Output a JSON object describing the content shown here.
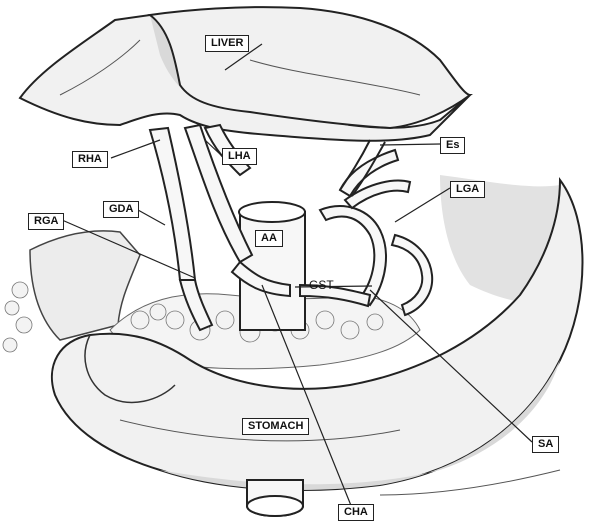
{
  "labels": {
    "liver": "LIVER",
    "rha": "RHA",
    "lha": "LHA",
    "es": "Es",
    "lga": "LGA",
    "gda": "GDA",
    "rga": "RGA",
    "aa": "AA",
    "gst": "GST",
    "stomach": "STOMACH",
    "sa": "SA",
    "cha": "CHA"
  }
}
